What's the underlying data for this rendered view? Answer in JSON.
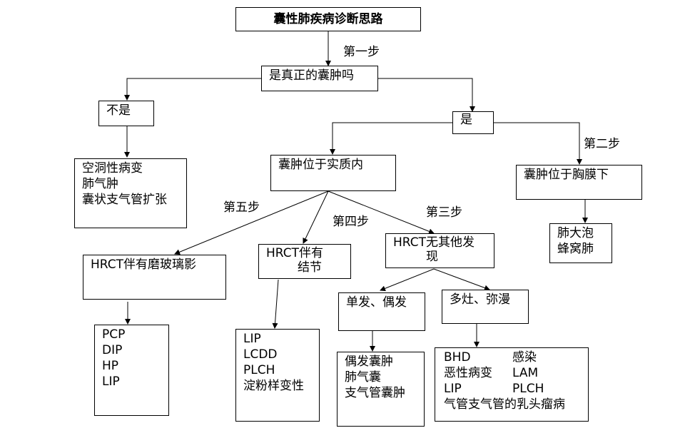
{
  "title": "囊性肺疾病诊断思路",
  "q1": "是真正的囊肿吗",
  "no": "不是",
  "yes": "是",
  "no_items": [
    "空洞性病变",
    "肺气肿",
    "囊状支气管扩张"
  ],
  "parenchyma": "囊肿位于实质内",
  "pleura": "囊肿位于胸膜下",
  "pleura_items": [
    "肺大泡",
    "蜂窝肺"
  ],
  "ggo": "HRCT伴有磨玻璃影",
  "ggo_items": [
    "PCP",
    "DIP",
    "HP",
    "LIP"
  ],
  "nodule_line1": "HRCT伴有",
  "nodule_line2": "结节",
  "nodule_items": [
    "LIP",
    "LCDD",
    "PLCH",
    "淀粉样变性"
  ],
  "none_line1": "HRCT无其他发",
  "none_line2": "现",
  "single": "单发、偶发",
  "single_items": [
    "偶发囊肿",
    "肺气囊",
    "支气管囊肿"
  ],
  "multi": "多灶、弥漫",
  "multi_items": [
    [
      "BHD",
      "感染"
    ],
    [
      "恶性病变",
      "LAM"
    ],
    [
      "LIP",
      "PLCH"
    ]
  ],
  "multi_last": "气管支气管的乳头瘤病",
  "steps": {
    "step1": "第一步",
    "step2": "第二步",
    "step3": "第三步",
    "step4": "第四步",
    "step5": "第五步"
  }
}
